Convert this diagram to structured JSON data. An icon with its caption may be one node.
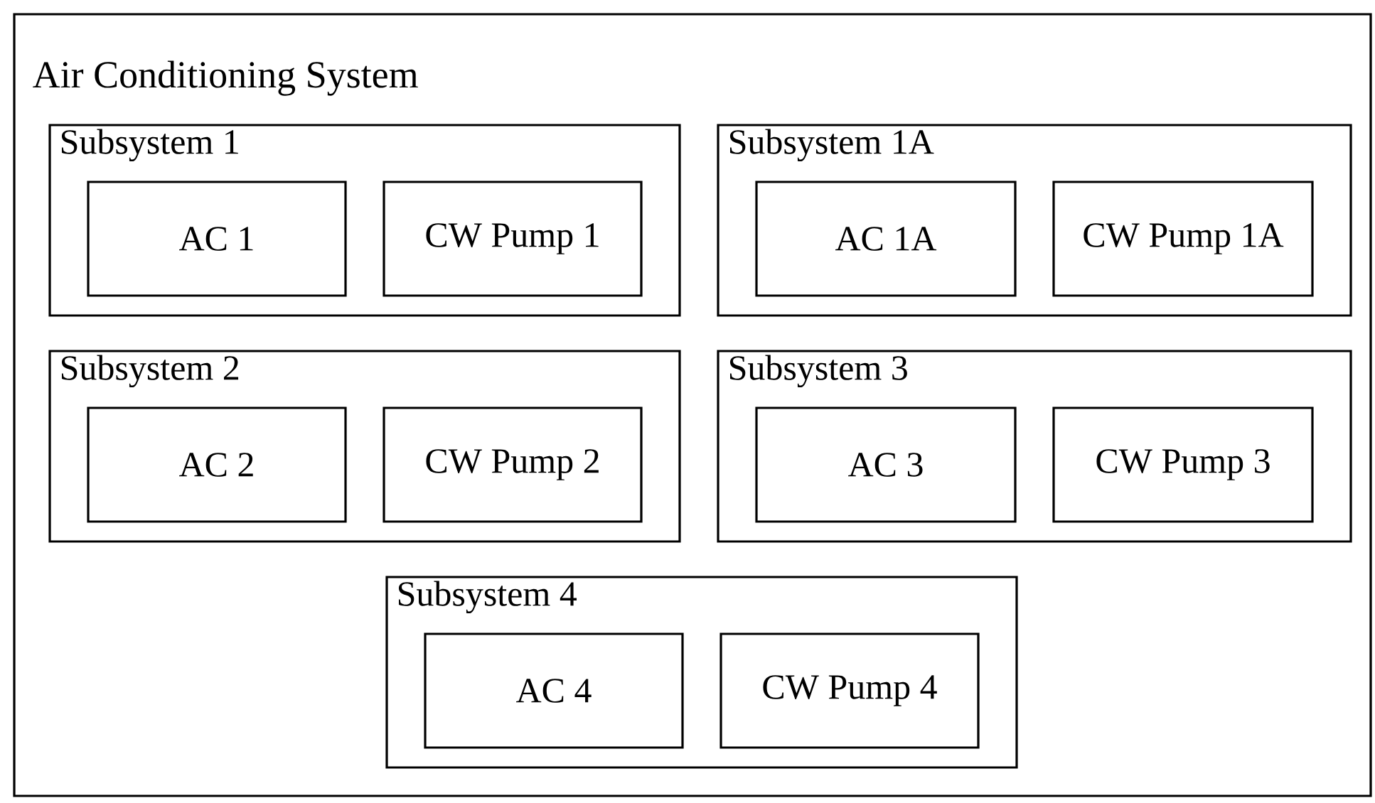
{
  "diagram": {
    "nodes": [
      {
        "text": [
          "Air Conditioning System"
        ]
      },
      {
        "text": [
          "Subsystem 1"
        ],
        "in": 0
      },
      {
        "text": [
          "AC 1"
        ],
        "in": 1
      },
      {
        "text": [
          "CW Pump 1"
        ],
        "in": 1
      },
      {
        "text": [
          "Subsystem 1A"
        ],
        "in": 0
      },
      {
        "text": [
          "AC 1A"
        ],
        "in": 4
      },
      {
        "text": [
          "CW Pump 1A"
        ],
        "in": 4
      },
      {
        "text": [
          "Subsystem 2"
        ],
        "in": 0
      },
      {
        "text": [
          "AC 2"
        ],
        "in": 7
      },
      {
        "text": [
          "CW Pump 2"
        ],
        "in": 7
      },
      {
        "text": [
          "Subsystem 3"
        ],
        "in": 0
      },
      {
        "text": [
          "AC 3"
        ],
        "in": 10
      },
      {
        "text": [
          "CW Pump 3"
        ],
        "in": 10
      },
      {
        "text": [
          "Subsystem 4"
        ],
        "in": 0
      },
      {
        "text": [
          "AC 4"
        ],
        "in": 13
      },
      {
        "text": [
          "CW Pump 4"
        ],
        "in": 13
      }
    ]
  }
}
